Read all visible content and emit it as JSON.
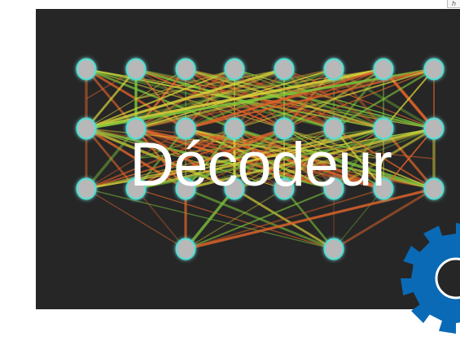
{
  "slide": {
    "title": "Décodeur",
    "corner_label": "h"
  },
  "diagram": {
    "type": "neural-network",
    "layers": [
      8,
      8,
      8,
      2
    ],
    "colors": {
      "background": "#262626",
      "node_fill": "#b8b8b8",
      "node_glow": "#4fe0d6",
      "edge_warm": "#e0642a",
      "edge_green": "#7ec63a",
      "edge_yellow": "#d9d23a",
      "gear": "#0a6ab6"
    }
  },
  "icons": {
    "gear": "gear-icon"
  }
}
